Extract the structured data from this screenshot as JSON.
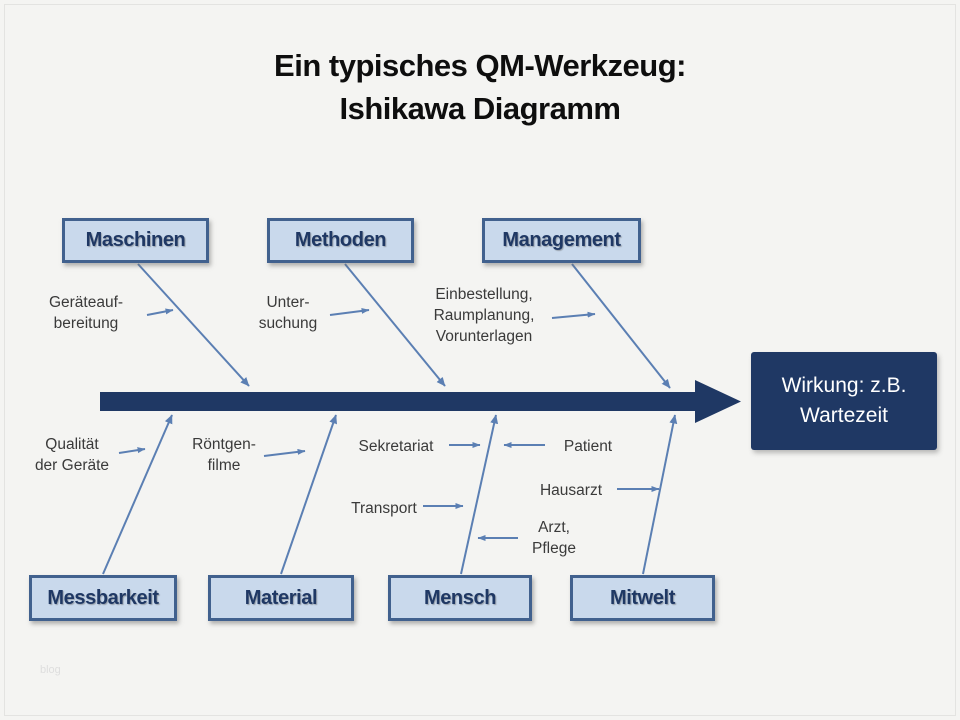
{
  "slide": {
    "title": "Ein typisches QM-Werkzeug:\nIshikawa Diagramm",
    "watermark": "blog"
  },
  "effect": {
    "label": "Wirkung: z.B.\nWartezeit"
  },
  "categories": {
    "top": [
      "Maschinen",
      "Methoden",
      "Management"
    ],
    "bottom": [
      "Messbarkeit",
      "Material",
      "Mensch",
      "Mitwelt"
    ]
  },
  "causes": {
    "geraeteaufbereitung": "Geräteauf-\nbereitung",
    "untersuchung": "Unter-\nsuchung",
    "einbestellung": "Einbestellung,\nRaumplanung,\nVorunterlagen",
    "qualitaet_der_geraete": "Qualität\nder Geräte",
    "roentgenfilme": "Röntgen-\nfilme",
    "sekretariat": "Sekretariat",
    "patient": "Patient",
    "transport": "Transport",
    "arzt_pflege": "Arzt,\nPflege",
    "hausarzt": "Hausarzt"
  },
  "colors": {
    "background": "#f4f4f2",
    "category_fill": "#c9d9ec",
    "category_border": "#41618e",
    "category_text": "#1f3864",
    "spine": "#1f3864",
    "effect_fill": "#1f3864",
    "effect_text": "#ffffff",
    "branch_line": "#5b7fb3",
    "label_text": "#3a3a3a"
  }
}
